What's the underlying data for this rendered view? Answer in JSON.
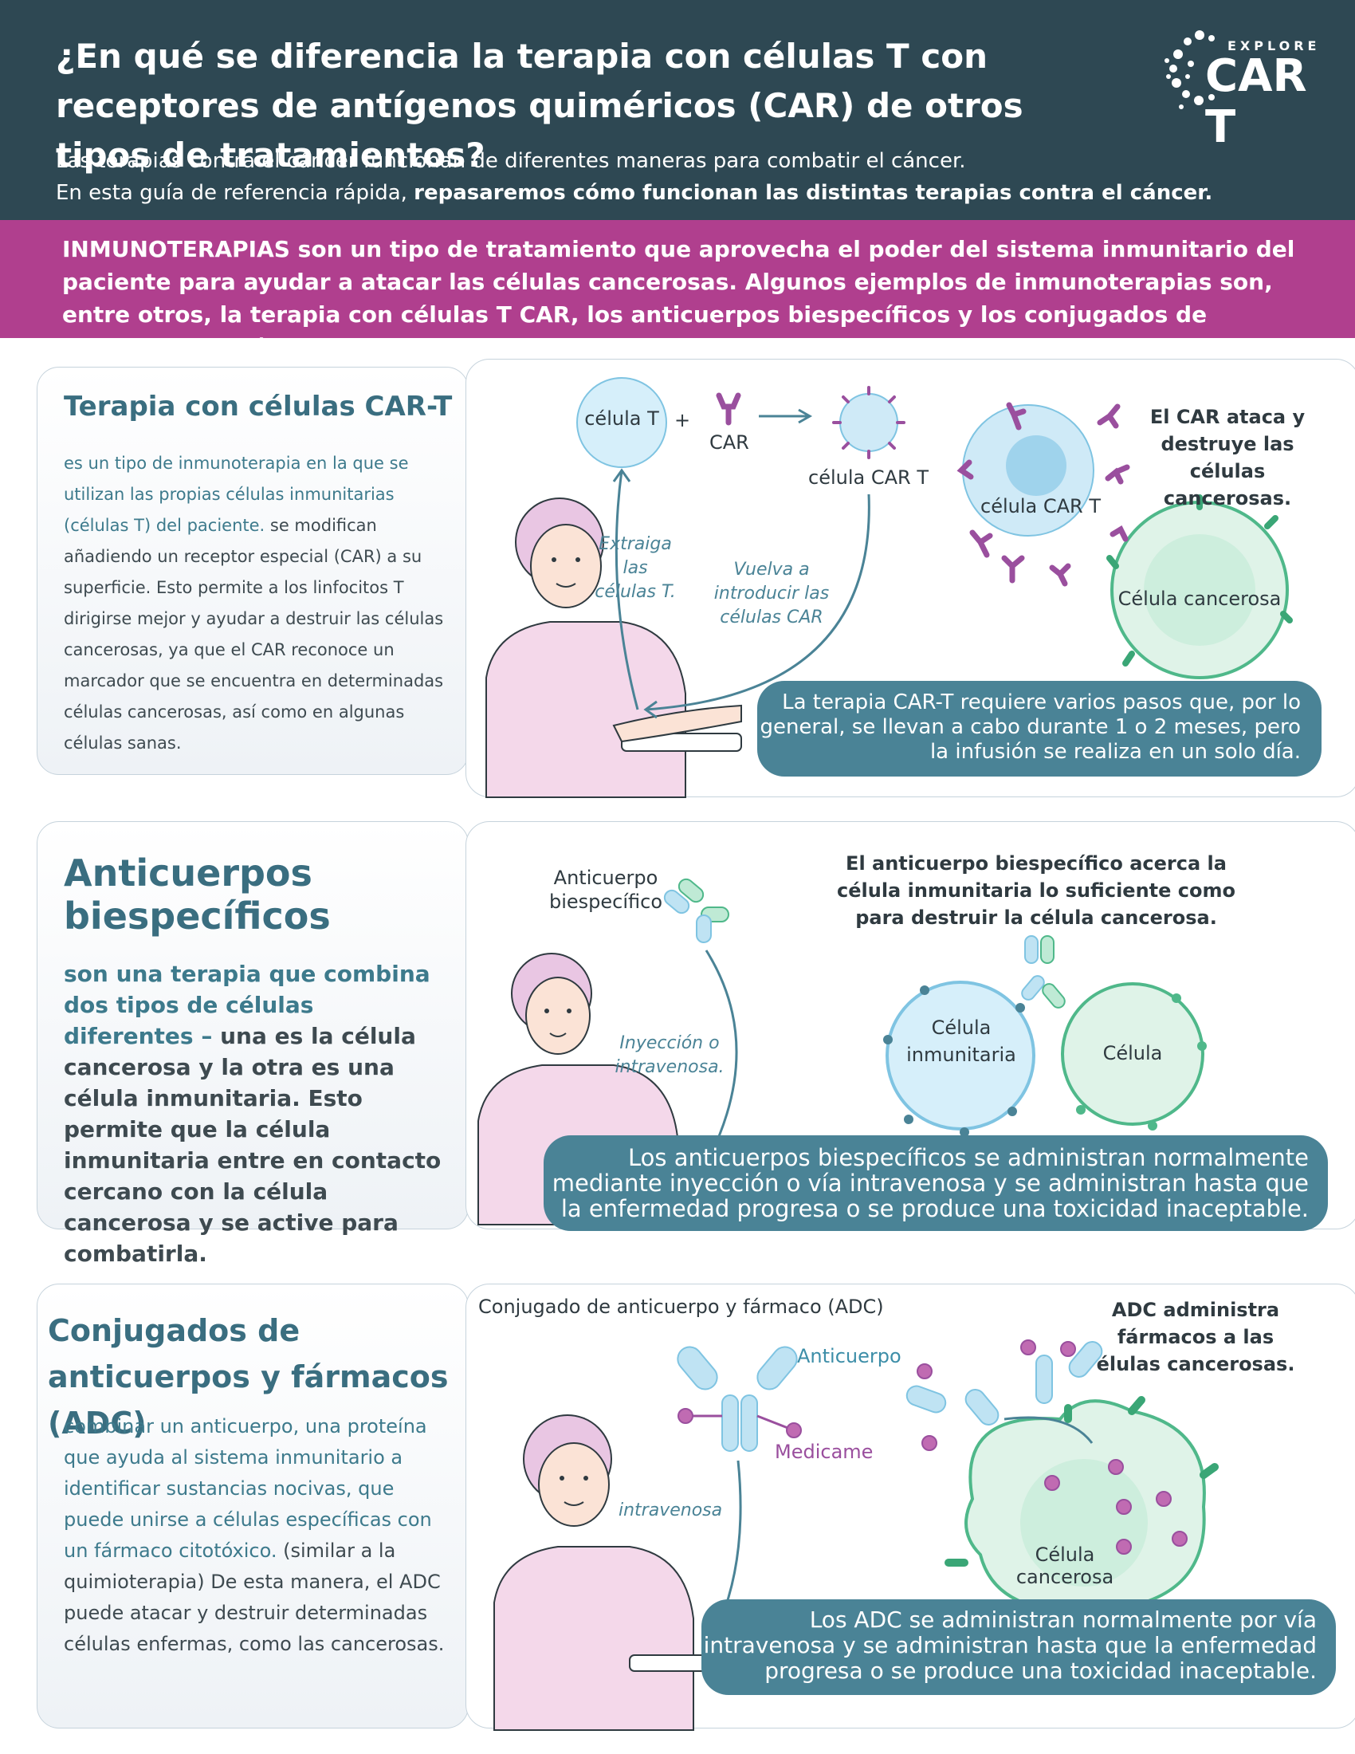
{
  "header": {
    "title": "¿En qué se diferencia la terapia con células T con receptores de antígenos quiméricos (CAR) de otros tipos de tratamientos?",
    "intro_line1": "Las terapias contra el cáncer funcionan de diferentes maneras para combatir el cáncer.",
    "intro_line2_prefix": "En esta guía de referencia rápida, ",
    "intro_line2_bold": "repasaremos cómo funcionan las distintas terapias contra el cáncer.",
    "logo_small": "EXPLORE",
    "logo_big": "CAR T"
  },
  "band": {
    "bold_lead": "INMUNOTERAPIAS",
    "text": " son un tipo de tratamiento que aprovecha el poder del sistema inmunitario del paciente para ayudar a atacar las células cancerosas. Algunos ejemplos de inmunoterapias son, entre otros, la terapia con células T CAR, los anticuerpos biespecíficos y los conjugados de anticuerpos y fármacos."
  },
  "cart": {
    "heading": "Terapia con células CAR-T",
    "para_highlight": "es un tipo de inmunoterapia en la que se utilizan las propias células inmunitarias (células T) del paciente.",
    "para_rest": " se modifican añadiendo un receptor especial (CAR) a su superficie. Esto permite a los linfocitos T dirigirse mejor y ayudar a destruir las células cancerosas, ya que el CAR reconoce un marcador que se encuentra en determinadas células cancerosas, así como en algunas células sanas.",
    "label_tcell": "célula T",
    "label_plus": "+",
    "label_car": "CAR",
    "label_cart_cell": "célula CAR T",
    "label_extract": "Extraiga las células T.",
    "label_reintroduce": "Vuelva a introducir las células CAR",
    "label_attack": "El CAR ataca y destruye las células cancerosas.",
    "label_cart_cell2": "célula CAR T",
    "label_cancer": "Célula cancerosa",
    "callout": "La terapia CAR-T requiere varios pasos que, por lo general, se llevan a cabo durante 1 o 2 meses, pero la infusión se realiza en un solo día."
  },
  "bispec": {
    "heading": "Anticuerpos biespecíficos",
    "para_highlight": "son una terapia que combina dos tipos de células diferentes –",
    "para_rest": " una es la célula cancerosa y la otra es una célula inmunitaria. Esto permite que la célula inmunitaria entre en contacto cercano con la célula cancerosa y se active para combatirla.",
    "label_antibody": "Anticuerpo biespecífico",
    "label_injection": "Inyección o intravenosa.",
    "label_title": "El anticuerpo biespecífico acerca la célula inmunitaria lo suficiente como para destruir la célula cancerosa.",
    "label_immune": "Célula inmunitaria",
    "label_cell": "Célula",
    "callout": "Los anticuerpos biespecíficos se administran normalmente mediante inyección o vía intravenosa y se administran hasta que la enfermedad progresa o se produce una toxicidad inaceptable."
  },
  "adc": {
    "heading": "Conjugados de anticuerpos y fármacos (ADC)",
    "para_highlight": "combinar un anticuerpo, una proteína que ayuda al sistema inmunitario a identificar sustancias nocivas, que puede unirse a células específicas con un fármaco citotóxico.",
    "para_rest": " (similar a la quimioterapia) De esta manera, el ADC puede atacar y destruir determinadas células enfermas, como las cancerosas.",
    "label_title": "Conjugado de anticuerpo y fármaco (ADC)",
    "label_antibody": "Anticuerpo",
    "label_drug": "Medicame",
    "label_iv": "intravenosa",
    "label_delivers": "ADC administra fármacos a las élulas cancerosas.",
    "label_cancer": "Célula cancerosa",
    "callout": "Los ADC se administran normalmente por vía intravenosa y se administran hasta que la enfermedad progresa o se produce una toxicidad inaceptable."
  },
  "colors": {
    "header_bg": "#2e4853",
    "band_bg": "#b03f8e",
    "teal_heading": "#3a6e80",
    "callout_bg": "#4a8396",
    "tcell_blue": "#bfe3f3",
    "cancer_green": "#cdeedd",
    "car_purple": "#9a4f9e"
  }
}
